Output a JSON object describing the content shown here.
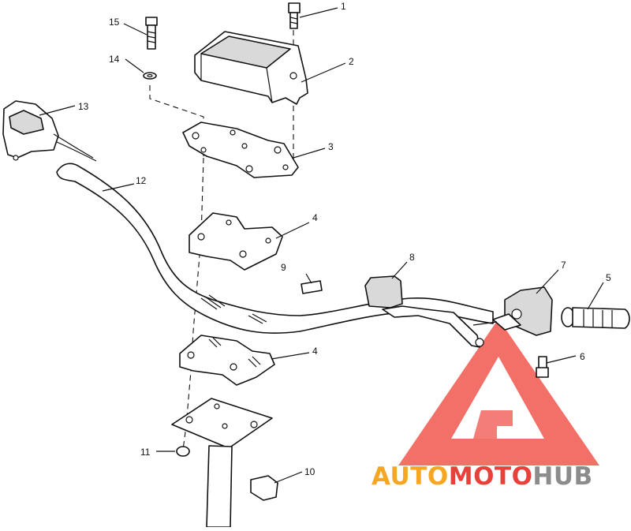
{
  "diagram": {
    "callouts": [
      {
        "id": "1",
        "label": "1"
      },
      {
        "id": "2",
        "label": "2"
      },
      {
        "id": "3",
        "label": "3"
      },
      {
        "id": "4a",
        "label": "4"
      },
      {
        "id": "4b",
        "label": "4"
      },
      {
        "id": "5",
        "label": "5"
      },
      {
        "id": "6",
        "label": "6"
      },
      {
        "id": "7",
        "label": "7"
      },
      {
        "id": "8",
        "label": "8"
      },
      {
        "id": "9",
        "label": "9"
      },
      {
        "id": "10",
        "label": "10"
      },
      {
        "id": "11",
        "label": "11"
      },
      {
        "id": "12",
        "label": "12"
      },
      {
        "id": "13",
        "label": "13"
      },
      {
        "id": "14",
        "label": "14"
      },
      {
        "id": "15",
        "label": "15"
      }
    ]
  },
  "watermark": {
    "part1": "AUTO",
    "part2": "MOTO",
    "part3": "HUB",
    "colors": {
      "orange": "#f5a623",
      "red": "#e8413a",
      "gray": "#8c8c8c",
      "triangle": "#f0483e"
    }
  }
}
